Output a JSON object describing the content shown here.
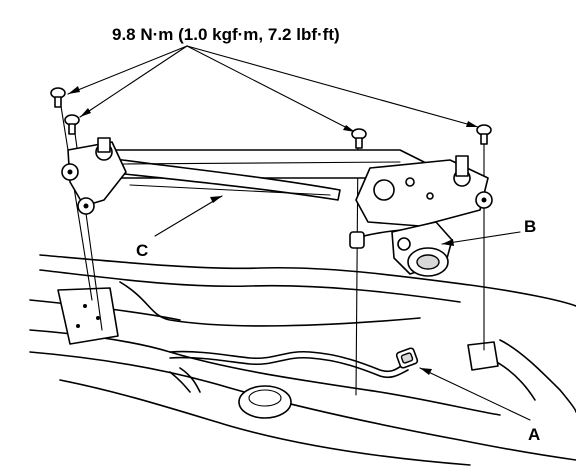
{
  "torque_spec": "9.8 N·m (1.0 kgf·m, 7.2 lbf·ft)",
  "callouts": {
    "a": "A",
    "b": "B",
    "c": "C"
  }
}
